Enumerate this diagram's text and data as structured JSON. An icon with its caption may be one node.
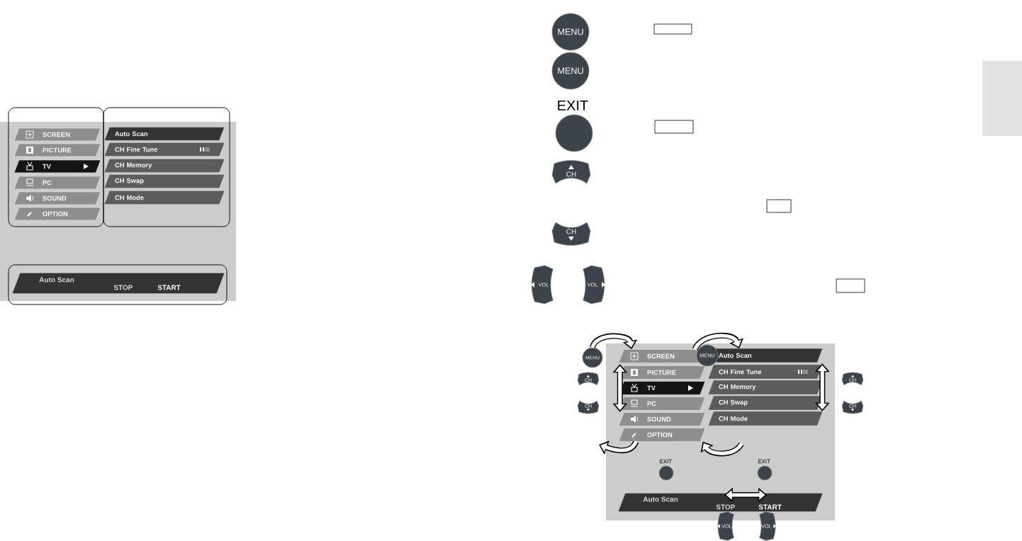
{
  "diagram": {
    "nodes": [
      {
        "text": [],
        "shape": "box"
      },
      {
        "text": [
          "SCREEN"
        ],
        "in": 0
      },
      {
        "text": [
          "PICTURE"
        ],
        "in": 0
      },
      {
        "text": [
          "TV"
        ],
        "in": 0
      },
      {
        "text": [
          "PC"
        ],
        "in": 0
      },
      {
        "text": [
          "SOUND"
        ],
        "in": 0
      },
      {
        "text": [
          "OPTION"
        ],
        "in": 0
      },
      {
        "text": [],
        "shape": "box"
      },
      {
        "text": [
          "Auto Scan"
        ],
        "in": 7
      },
      {
        "text": [
          "CH Fine Tune"
        ],
        "in": 7
      },
      {
        "text": [
          "CH Memory"
        ],
        "in": 7
      },
      {
        "text": [
          "CH Swap"
        ],
        "in": 7
      },
      {
        "text": [
          "CH Mode"
        ],
        "in": 7
      },
      {
        "text": [],
        "shape": "box"
      },
      {
        "text": [
          "Auto Scan",
          "STOP",
          "START"
        ],
        "in": 13
      },
      {
        "text": [
          "MENU"
        ]
      },
      {
        "text": [
          "MENU"
        ]
      },
      {
        "text": [
          "EXIT"
        ]
      },
      {
        "text": [
          "CH"
        ]
      },
      {
        "text": [
          "CH"
        ]
      },
      {
        "text": [
          "VOL"
        ]
      },
      {
        "text": [
          "VOL"
        ]
      },
      {
        "text": [
          "MENU"
        ]
      },
      {
        "text": [
          "CH"
        ]
      },
      {
        "text": [
          "CH"
        ]
      },
      {
        "text": [
          "SCREEN"
        ]
      },
      {
        "text": [
          "PICTURE"
        ]
      },
      {
        "text": [
          "TV"
        ]
      },
      {
        "text": [
          "PC"
        ]
      },
      {
        "text": [
          "SOUND"
        ]
      },
      {
        "text": [
          "OPTION"
        ]
      },
      {
        "text": [
          "MENU"
        ]
      },
      {
        "text": [
          "Auto Scan"
        ]
      },
      {
        "text": [
          "CH Fine Tune"
        ]
      },
      {
        "text": [
          "CH Memory"
        ]
      },
      {
        "text": [
          "CH Swap"
        ]
      },
      {
        "text": [
          "CH Mode"
        ]
      },
      {
        "text": [
          "CH"
        ]
      },
      {
        "text": [
          "CH"
        ]
      },
      {
        "text": [
          "EXIT"
        ]
      },
      {
        "text": [
          "EXIT"
        ]
      },
      {
        "text": [
          "Auto Scan",
          "STOP",
          "START"
        ]
      },
      {
        "text": [
          "VOL"
        ]
      },
      {
        "text": [
          "VOL"
        ]
      }
    ],
    "edges": [
      {
        "from": 22,
        "to": 25,
        "arrow": "to"
      },
      {
        "from": 25,
        "to": 32,
        "arrow": "to"
      },
      {
        "from": 30,
        "to": null,
        "arrow": "to"
      },
      {
        "from": null,
        "to": 30,
        "arrow": "to"
      },
      {
        "from": 26,
        "to": 28,
        "arrow": "both"
      },
      {
        "from": 33,
        "to": 35,
        "arrow": "both"
      }
    ]
  }
}
